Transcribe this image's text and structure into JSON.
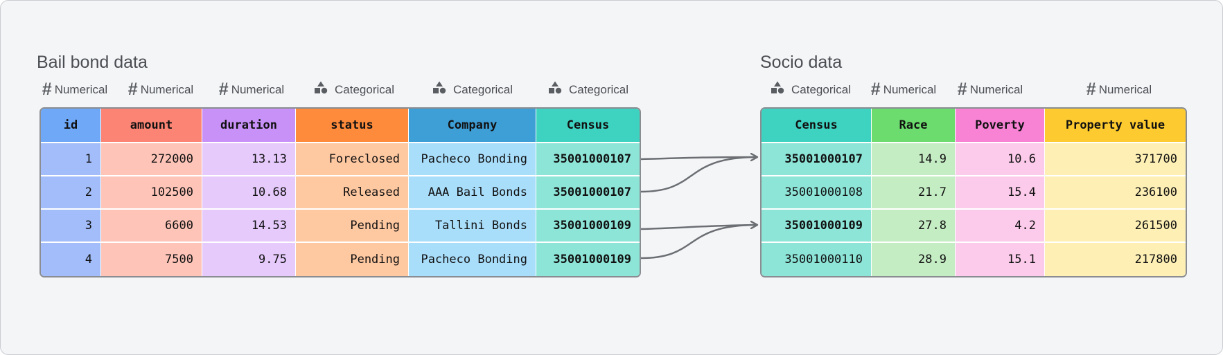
{
  "left": {
    "title": "Bail bond data",
    "types": [
      "Numerical",
      "Numerical",
      "Numerical",
      "Categorical",
      "Categorical",
      "Categorical"
    ],
    "headers": [
      "id",
      "amount",
      "duration",
      "status",
      "Company",
      "Census"
    ],
    "header_colors": [
      "#6fa8f7",
      "#fb8474",
      "#c891f7",
      "#fd8b3b",
      "#3e9ed6",
      "#3ed2c0"
    ],
    "body_colors": [
      "#a2bdf9",
      "#fec4b8",
      "#e6cafc",
      "#fec8a1",
      "#a9defb",
      "#8de5d8"
    ],
    "rows": [
      [
        "1",
        "272000",
        "13.13",
        "Foreclosed",
        "Pacheco Bonding",
        "35001000107"
      ],
      [
        "2",
        "102500",
        "10.68",
        "Released",
        "AAA Bail Bonds",
        "35001000107"
      ],
      [
        "3",
        "6600",
        "14.53",
        "Pending",
        "Tallini Bonds",
        "35001000109"
      ],
      [
        "4",
        "7500",
        "9.75",
        "Pending",
        "Pacheco Bonding",
        "35001000109"
      ]
    ]
  },
  "right": {
    "title": "Socio data",
    "types": [
      "Categorical",
      "Numerical",
      "Numerical",
      "Numerical"
    ],
    "headers": [
      "Census",
      "Race",
      "Poverty",
      "Property value"
    ],
    "header_colors": [
      "#3ed2c0",
      "#6cdc6e",
      "#f883d5",
      "#fdcb2f"
    ],
    "body_colors": [
      "#8de5d8",
      "#c5edc4",
      "#fccaea",
      "#fef0b5"
    ],
    "rows": [
      [
        "35001000107",
        "14.9",
        "10.6",
        "371700"
      ],
      [
        "35001000108",
        "21.7",
        "15.4",
        "236100"
      ],
      [
        "35001000109",
        "27.8",
        "4.2",
        "261500"
      ],
      [
        "35001000110",
        "28.9",
        "15.1",
        "217800"
      ]
    ]
  }
}
